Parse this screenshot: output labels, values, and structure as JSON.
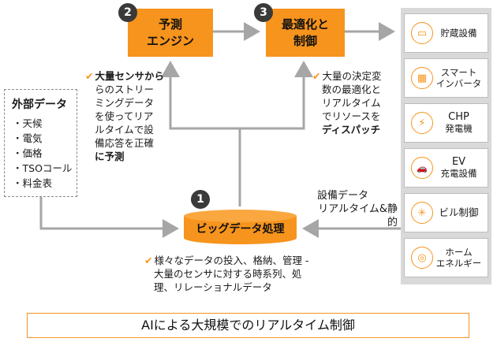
{
  "steps": {
    "forecast": {
      "number": "2",
      "line1": "予測",
      "line2": "エンジン"
    },
    "optimize": {
      "number": "3",
      "line1": "最適化と",
      "line2": "制御"
    },
    "bigdata": {
      "number": "1",
      "label": "ビッグデータ処理"
    }
  },
  "external": {
    "title": "外部データ",
    "items": [
      "天候",
      "電気",
      "価格",
      "TSOコール",
      "料金表"
    ]
  },
  "notes": {
    "forecast": {
      "lines": [
        "大量センサから",
        "らのストリー",
        "ミングデータ",
        "を使ってリア",
        "ルタイムで設",
        "備応答を正確",
        "に予測"
      ]
    },
    "optimize": {
      "lines": [
        "大量の決定変",
        "数の最適化と",
        "リアルタイム",
        "でリソースを",
        "ディスパッチ"
      ]
    },
    "bigdata": {
      "lines": [
        "様々なデータの投入、格納、管理 -",
        "大量のセンサに対する時系列、処",
        "理、リレーショナルデータ"
      ]
    },
    "equipment_data": {
      "line1": "設備データ",
      "line2": "リアルタイム&静的"
    }
  },
  "assets": [
    {
      "icon": "battery-icon",
      "glyph": "▭",
      "line1": "貯蔵設備",
      "line2": ""
    },
    {
      "icon": "solar-panel-icon",
      "glyph": "▦",
      "line1": "スマート",
      "line2": "インバータ"
    },
    {
      "icon": "chp-icon",
      "glyph": "⚡",
      "line1": "CHP",
      "line2": "発電機"
    },
    {
      "icon": "ev-car-icon",
      "glyph": "🚗",
      "line1": "EV",
      "line2": "充電設備"
    },
    {
      "icon": "thermometer-icon",
      "glyph": "✳",
      "line1": "ビル制御",
      "line2": ""
    },
    {
      "icon": "home-energy-icon",
      "glyph": "◎",
      "line1": "ホーム",
      "line2": "エネルギー"
    }
  ],
  "footer": "AIによる大規模でのリアルタイム制御",
  "colors": {
    "accent": "#f7941d",
    "panel": "#d9d9d9",
    "arrow": "#a6a6a6",
    "badge": "#3a3a3a"
  }
}
